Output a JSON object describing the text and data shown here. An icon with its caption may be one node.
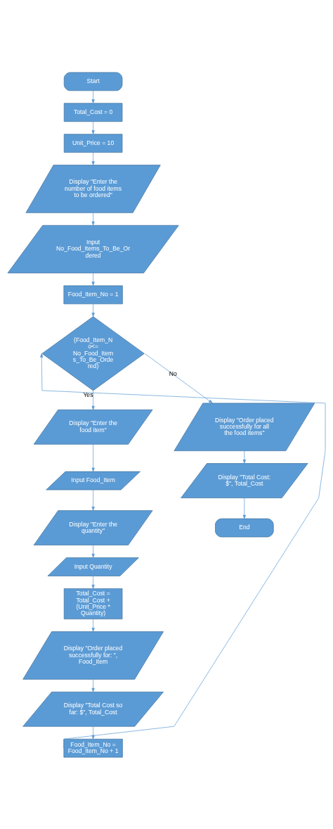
{
  "diagram": {
    "nodes": [
      {
        "text": [
          "Start"
        ]
      },
      {
        "text": [
          "Total_Cost = 0"
        ]
      },
      {
        "text": [
          "Unit_Price = 10"
        ]
      },
      {
        "text": [
          "Display \"Enter the number of food items to be ordered\""
        ]
      },
      {
        "text": [
          "Input No_Food_Items_To_Be_Ordered"
        ]
      },
      {
        "text": [
          "Food_Item_No = 1"
        ]
      },
      {
        "text": [
          "(Food_Item_No<= No_Food_Items_To_Be_Ordered)"
        ]
      },
      {
        "text": [
          "Display \"Enter the food item\""
        ]
      },
      {
        "text": [
          "Input Food_Item"
        ]
      },
      {
        "text": [
          "Display \"Enter the quantity\""
        ]
      },
      {
        "text": [
          "Input Quantity"
        ]
      },
      {
        "text": [
          "Total_Cost = Total_Cost + (Unit_Price * Quantity)"
        ]
      },
      {
        "text": [
          "Display \"Order placed successfully for: \", Food_Item"
        ]
      },
      {
        "text": [
          "Display \"Total Cost so far: $\", Total_Cost"
        ]
      },
      {
        "text": [
          "Food_Item_No = Food_Item_No + 1"
        ]
      },
      {
        "text": [
          "Display \"Order placed successfully for all the food items\""
        ]
      },
      {
        "text": [
          "Display \"Total Cost: $\", Total_Cost"
        ]
      },
      {
        "text": [
          "End"
        ]
      }
    ],
    "edges": [
      {
        "from": 0,
        "to": 1,
        "arrow": "to"
      },
      {
        "from": 1,
        "to": 2,
        "arrow": "to"
      },
      {
        "from": 2,
        "to": 3,
        "arrow": "to"
      },
      {
        "from": 3,
        "to": 4,
        "arrow": "to"
      },
      {
        "from": 4,
        "to": 5,
        "arrow": "to"
      },
      {
        "from": 5,
        "to": 6,
        "arrow": "to"
      },
      {
        "from": 6,
        "to": 7,
        "arrow": "to",
        "label": "Yes"
      },
      {
        "from": 7,
        "to": 8,
        "arrow": "to"
      },
      {
        "from": 8,
        "to": 9,
        "arrow": "to"
      },
      {
        "from": 9,
        "to": 10,
        "arrow": "to"
      },
      {
        "from": 10,
        "to": 11,
        "arrow": "to"
      },
      {
        "from": 11,
        "to": 12,
        "arrow": "to"
      },
      {
        "from": 12,
        "to": 13,
        "arrow": "to"
      },
      {
        "from": 13,
        "to": 14,
        "arrow": "to"
      },
      {
        "from": 14,
        "to": 6,
        "arrow": "to"
      },
      {
        "from": 6,
        "to": 15,
        "arrow": "to",
        "label": "No"
      },
      {
        "from": 15,
        "to": 16,
        "arrow": "to"
      },
      {
        "from": 16,
        "to": 17,
        "arrow": "to"
      }
    ]
  }
}
